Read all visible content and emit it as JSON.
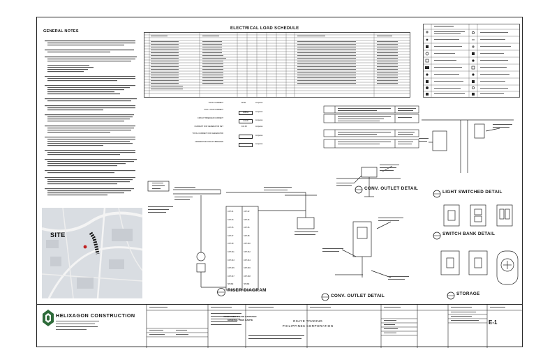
{
  "notes": {
    "title": "GENERAL NOTES",
    "site_label": "SITE"
  },
  "schedule": {
    "title": "ELECTRICAL LOAD SCHEDULE",
    "calcs": [
      {
        "label": "TOTAL CURRENT",
        "value": "86.91",
        "unit": "Amperes"
      },
      {
        "label": "FULL LOAD CURRENT",
        "value": "108.64",
        "unit": "Amperes"
      },
      {
        "label": "CIRCUIT BREAKER CURRENT",
        "value": "110.00",
        "unit": "Amperes"
      },
      {
        "label": "CURRENT FOR GENERATOR SET",
        "value": "110.00",
        "unit": "Amperes"
      },
      {
        "label": "TOTAL CURRENT FOR GENERATOR",
        "value": "",
        "unit": "Amperes"
      },
      {
        "label": "GENERATOR CIRCUIT BREAKER",
        "value": "",
        "unit": "Amperes"
      }
    ]
  },
  "riser": {
    "title": "RISER DIAGRAM",
    "panel_rows": [
      {
        "left": "CKT #1",
        "right": "CKT #2"
      },
      {
        "left": "CKT #3",
        "right": "CKT #4"
      },
      {
        "left": "CKT #5",
        "right": "CKT #6"
      },
      {
        "left": "CKT #7",
        "right": "CKT #8"
      },
      {
        "left": "CKT #9",
        "right": "CKT #10"
      },
      {
        "left": "CKT #11",
        "right": "CKT #12"
      },
      {
        "left": "CKT #13",
        "right": "CKT #14"
      },
      {
        "left": "CKT #15",
        "right": "CKT #16"
      },
      {
        "left": "CKT #17",
        "right": "CKT #18"
      },
      {
        "left": "SPARE",
        "right": "SPARE"
      }
    ]
  },
  "details": {
    "conv_outlet_1": "CONV. OUTLET DETAIL",
    "conv_outlet_2": "CONV. OUTLET DETAIL",
    "light_switched": "LIGHT SWITCHED DETAIL",
    "switch_bank": "SWITCH BANK DETAIL",
    "storage": "STORAGE"
  },
  "title_block": {
    "company": "HELIXAGON CONSTRUCTION",
    "project_line1": "PROPOSED O'BAYE SANTIAGO",
    "project_line2": "GENERAL TRAS CAVITE",
    "owner_line1": "OSAYE TRADING",
    "owner_line2": "PHILIPPINES CORPORATION",
    "sheet_number": "E-1"
  },
  "colors": {
    "line": "#222222",
    "map_bg": "#d9dde2",
    "road": "#f4f4f4",
    "logo_green": "#2e6b3a"
  }
}
